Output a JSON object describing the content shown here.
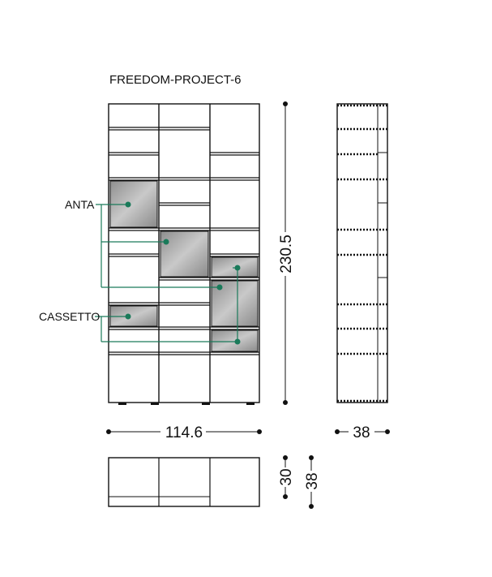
{
  "title": "FREEDOM-PROJECT-6",
  "labels": {
    "anta": "ANTA",
    "cassetto": "CASSETTO"
  },
  "dimensions": {
    "height": "230.5",
    "width": "114.6",
    "depth_side": "38",
    "plan_depth_inner": "30",
    "plan_depth_outer": "38"
  },
  "colors": {
    "line": "#111111",
    "leader": "#1a7a5a",
    "glass": "#a8a8a8"
  }
}
